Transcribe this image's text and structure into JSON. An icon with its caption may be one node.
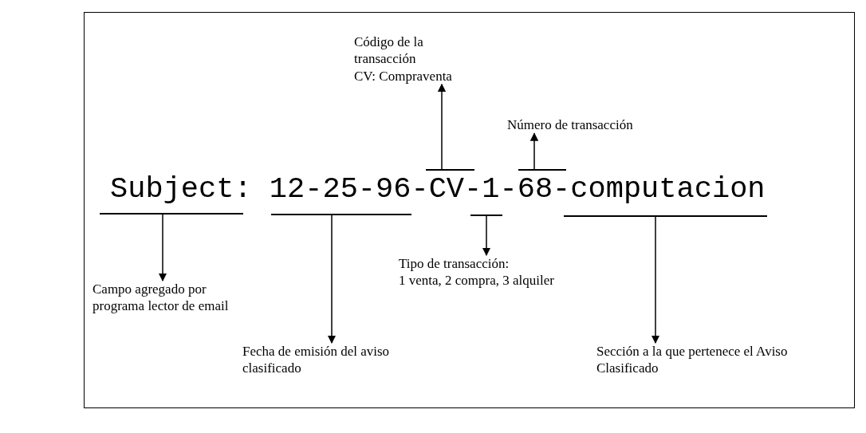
{
  "diagram": {
    "nodes": [
      {
        "text": [
          "Código de la transacción",
          "CV: Compraventa"
        ]
      },
      {
        "text": [
          "Número de transacción"
        ]
      },
      {
        "text": [],
        "shape": "bar"
      },
      {
        "text": [],
        "shape": "bar"
      },
      {
        "text": [],
        "shape": "bar"
      },
      {
        "text": [],
        "shape": "bar"
      },
      {
        "text": [],
        "shape": "bar"
      },
      {
        "text": [],
        "shape": "bar"
      },
      {
        "text": [
          "Campo agregado por programa lector de email"
        ]
      },
      {
        "text": [
          "Tipo de transacción:",
          "1 venta, 2 compra, 3 alquiler"
        ]
      },
      {
        "text": [
          "Fecha de emisión del aviso clasificado"
        ]
      },
      {
        "text": [
          "Sección a la que pertenece el Aviso Clasificado"
        ]
      }
    ],
    "edges": [
      {
        "from": 2,
        "to": 0,
        "arrow": "to"
      },
      {
        "from": 3,
        "to": 1,
        "arrow": "to"
      },
      {
        "from": 4,
        "to": 8,
        "arrow": "to"
      },
      {
        "from": 5,
        "to": 10,
        "arrow": "to"
      },
      {
        "from": 6,
        "to": 9,
        "arrow": "to"
      },
      {
        "from": 7,
        "to": 11,
        "arrow": "to"
      }
    ],
    "labels": [
      "Subject: 12-25-96-CV-1-68-computacion"
    ]
  }
}
